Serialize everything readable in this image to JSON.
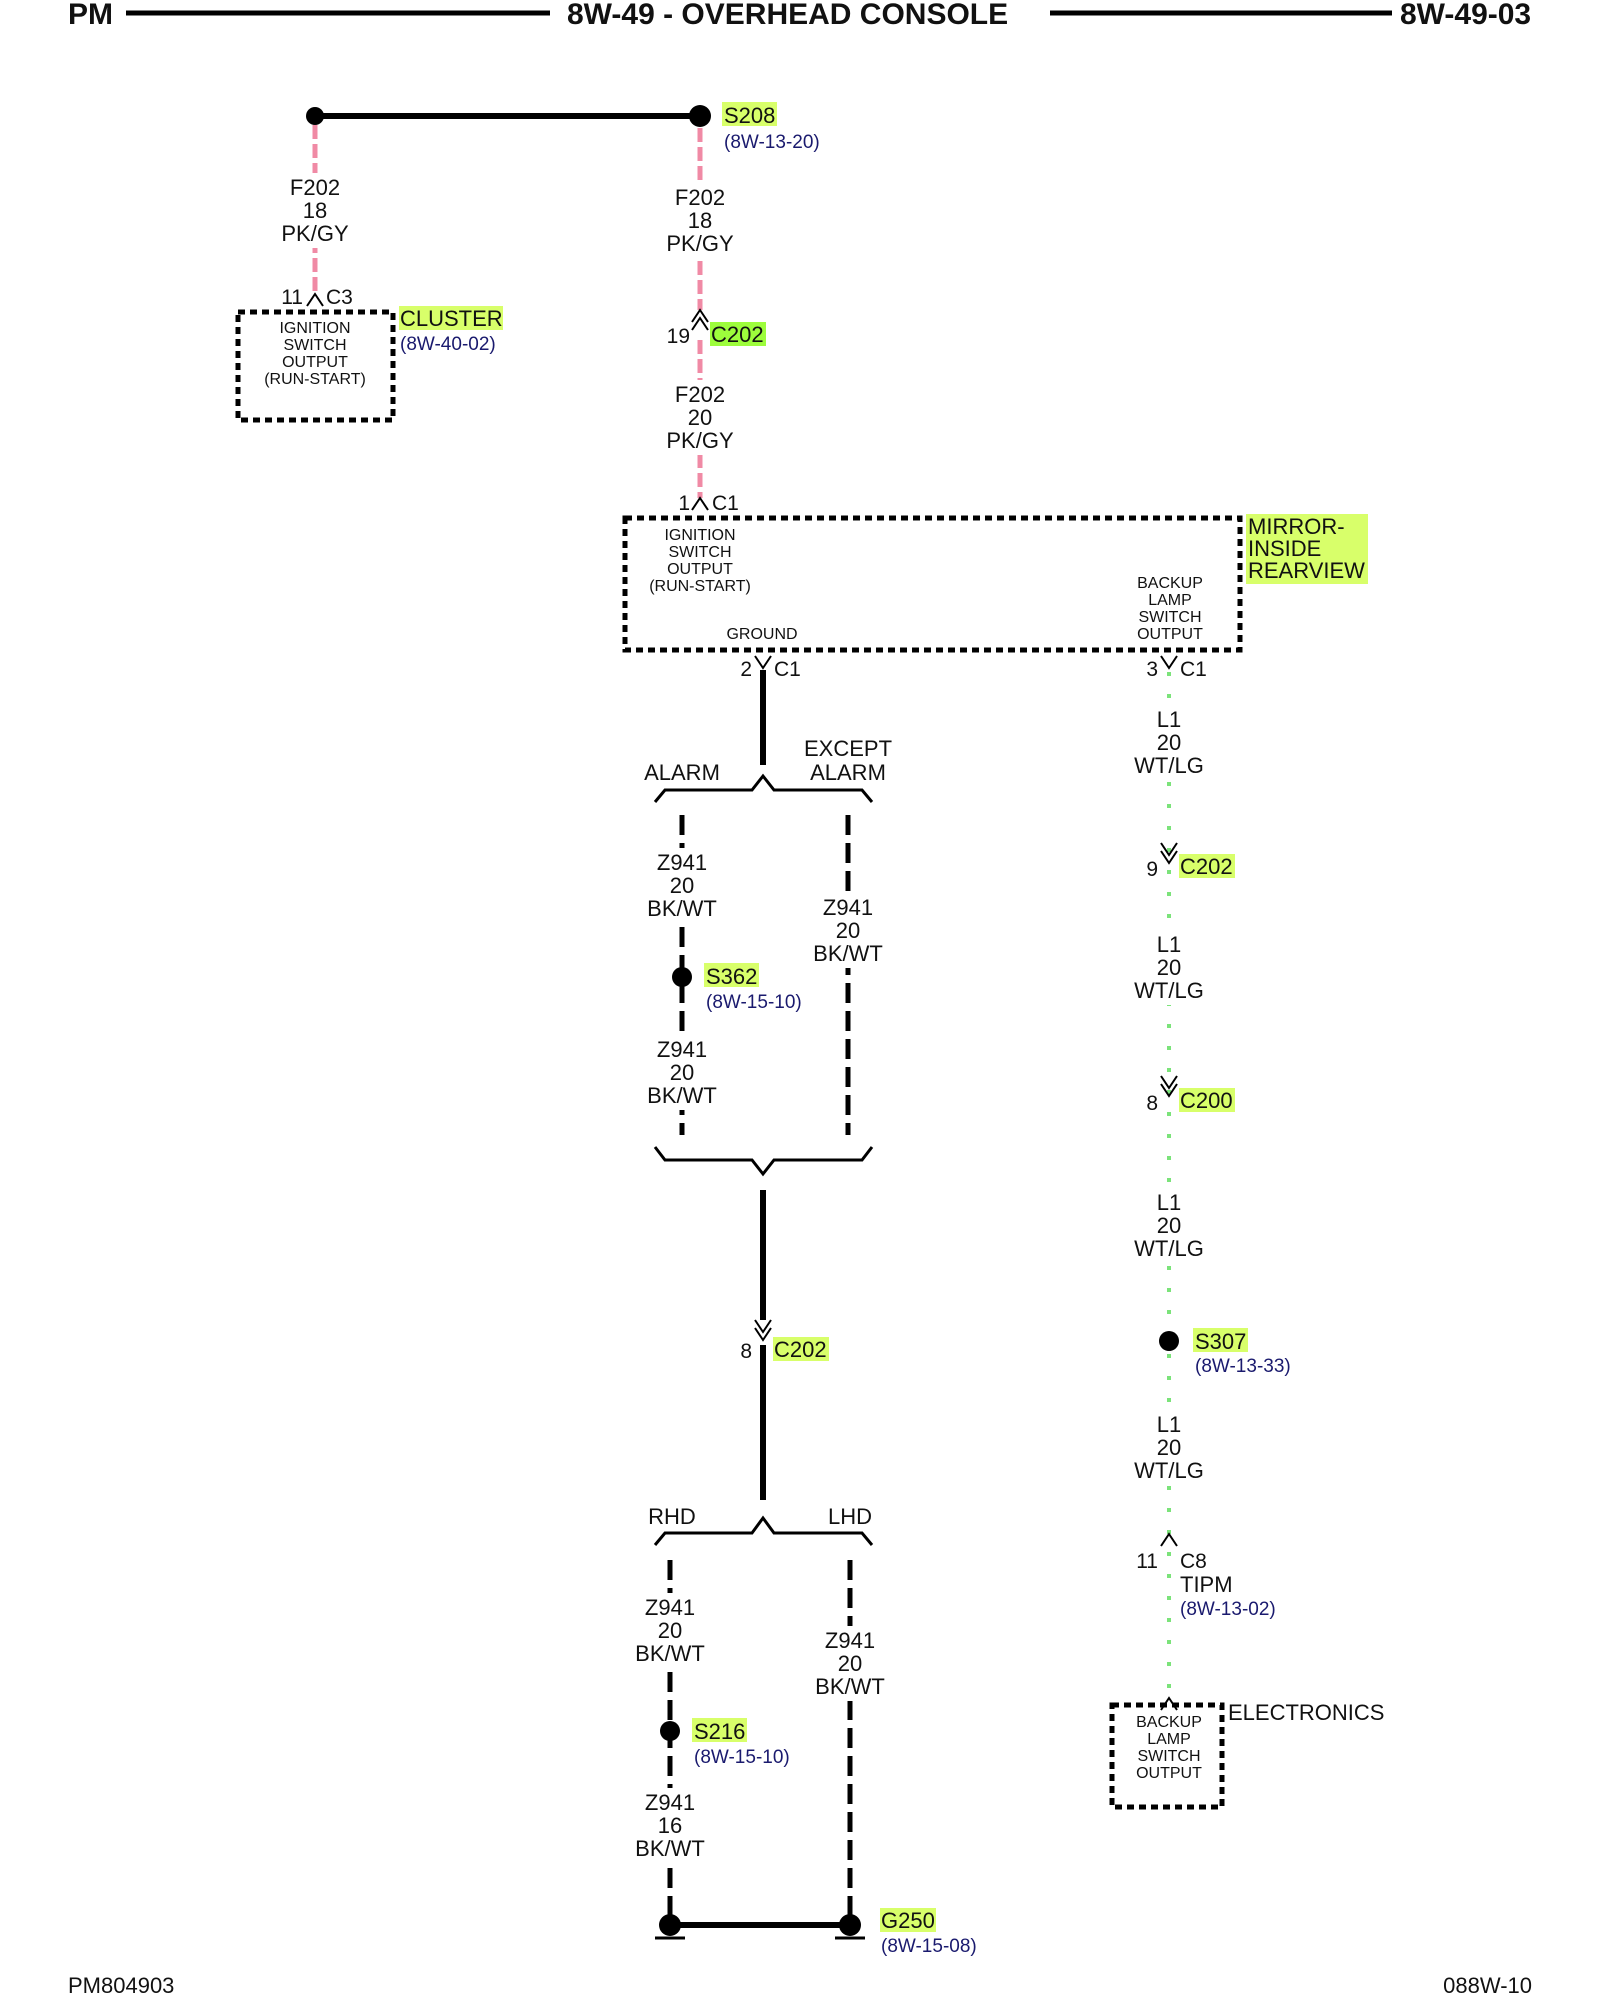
{
  "header": {
    "left": "PM",
    "title": "8W-49 - OVERHEAD CONSOLE",
    "right": "8W-49-03"
  },
  "footer": {
    "left": "PM804903",
    "right": "088W-10"
  },
  "splices": {
    "s208": {
      "name": "S208",
      "ref": "(8W-13-20)"
    },
    "s362": {
      "name": "S362",
      "ref": "(8W-15-10)"
    },
    "s307": {
      "name": "S307",
      "ref": "(8W-13-33)"
    },
    "s216": {
      "name": "S216",
      "ref": "(8W-15-10)"
    },
    "g250": {
      "name": "G250",
      "ref": "(8W-15-08)"
    }
  },
  "wires": {
    "w1": [
      "F202",
      "18",
      "PK/GY"
    ],
    "w2": [
      "F202",
      "18",
      "PK/GY"
    ],
    "w3": [
      "F202",
      "20",
      "PK/GY"
    ],
    "w4": [
      "Z941",
      "20",
      "BK/WT"
    ],
    "w5": [
      "Z941",
      "20",
      "BK/WT"
    ],
    "w6": [
      "Z941",
      "20",
      "BK/WT"
    ],
    "w7": [
      "Z941",
      "20",
      "BK/WT"
    ],
    "w8": [
      "Z941",
      "20",
      "BK/WT"
    ],
    "w9": [
      "Z941",
      "16",
      "BK/WT"
    ],
    "w10": [
      "L1",
      "20",
      "WT/LG"
    ],
    "w11": [
      "L1",
      "20",
      "WT/LG"
    ],
    "w12": [
      "L1",
      "20",
      "WT/LG"
    ],
    "w13": [
      "L1",
      "20",
      "WT/LG"
    ]
  },
  "connectors": {
    "cluster_pin": "11",
    "cluster_conn": "C3",
    "c202a_pin": "19",
    "c202a": "C202",
    "mir_c1_pin1": "1",
    "mir_c1": "C1",
    "mir_c1_pin2": "2",
    "mir_c1_pin3": "3",
    "c202b_pin": "9",
    "c202b": "C202",
    "c200_pin": "8",
    "c200": "C200",
    "c202c_pin": "8",
    "c202c": "C202",
    "tipm_pin": "11",
    "tipm_conn": "C8"
  },
  "components": {
    "cluster": {
      "name": "CLUSTER",
      "ref": "(8W-40-02)",
      "func": [
        "IGNITION",
        "SWITCH",
        "OUTPUT",
        "(RUN-START)"
      ]
    },
    "mirror": {
      "name": [
        "MIRROR-",
        "INSIDE",
        "REARVIEW"
      ],
      "func_left": [
        "IGNITION",
        "SWITCH",
        "OUTPUT",
        "(RUN-START)"
      ],
      "ground": "GROUND",
      "func_right": [
        "BACKUP",
        "LAMP",
        "SWITCH",
        "OUTPUT"
      ]
    },
    "tipm": {
      "name": "TIPM",
      "ref": "(8W-13-02)",
      "sub": "ELECTRONICS",
      "func": [
        "BACKUP",
        "LAMP",
        "SWITCH",
        "OUTPUT"
      ]
    }
  },
  "options": {
    "alarm": "ALARM",
    "except": [
      "EXCEPT",
      "ALARM"
    ],
    "rhd": "RHD",
    "lhd": "LHD"
  }
}
